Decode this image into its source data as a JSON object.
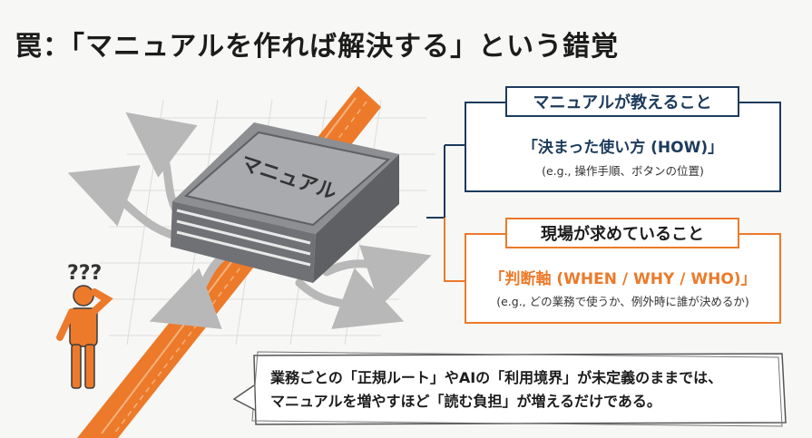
{
  "title": "罠：「マニュアルを作れば解決する」という錯覚",
  "book": {
    "label": "マニュアル"
  },
  "person": {
    "thought": "???"
  },
  "manual_box": {
    "tag": "マニュアルが教えること",
    "main": "「決まった使い方 (HOW)」",
    "sub": "(e.g., 操作手順、ボタンの位置)"
  },
  "field_box": {
    "tag": "現場が求めていること",
    "main": "「判断軸 (WHEN / WHY / WHO)」",
    "sub": "(e.g., どの業務で使うか、例外時に誰が決めるか)"
  },
  "callout": {
    "line1": "業務ごとの「正規ルート」やAIの「利用境界」が未定義のままでは、",
    "line2": "マニュアルを増やすほど「読む負担」が増えるだけである。"
  },
  "colors": {
    "accent_orange": "#ec7a2a",
    "navy": "#1d3b5c",
    "text": "#1c1c1c"
  }
}
